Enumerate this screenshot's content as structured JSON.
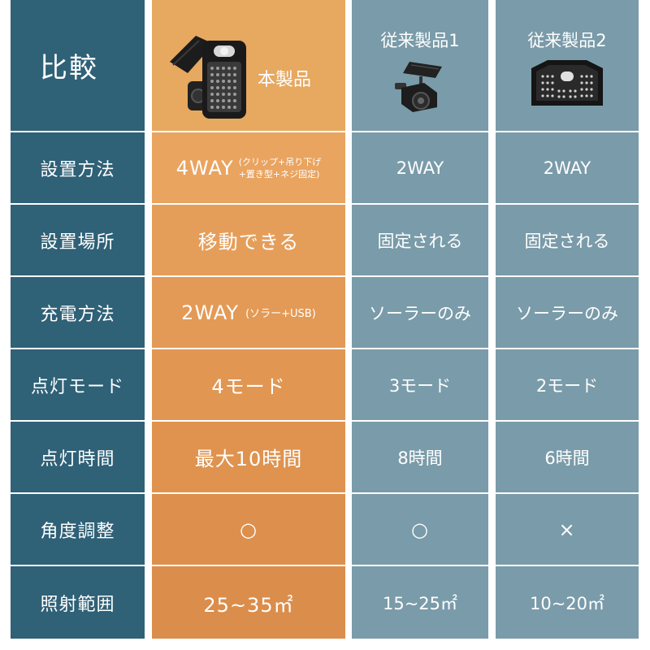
{
  "header": {
    "label": "比較",
    "product": "本製品",
    "comp1": "従来製品1",
    "comp2": "従来製品2"
  },
  "rows": [
    {
      "label": "設置方法",
      "product": "4WAY",
      "product_note_line1": "(クリップ+吊り下げ",
      "product_note_line2": "+置き型+ネジ固定)",
      "comp1": "2WAY",
      "comp2": "2WAY"
    },
    {
      "label": "設置場所",
      "product": "移動できる",
      "comp1": "固定される",
      "comp2": "固定される"
    },
    {
      "label": "充電方法",
      "product": "2WAY",
      "product_note": "(ソラー+USB)",
      "comp1": "ソーラーのみ",
      "comp2": "ソーラーのみ"
    },
    {
      "label": "点灯モード",
      "product": "4モード",
      "comp1": "3モード",
      "comp2": "2モード"
    },
    {
      "label": "点灯時間",
      "product": "最大10時間",
      "comp1": "8時間",
      "comp2": "6時間"
    },
    {
      "label": "角度調整",
      "product": "○",
      "comp1": "○",
      "comp2": "×"
    },
    {
      "label": "照射範囲",
      "product": "25~35㎡",
      "comp1": "15~25㎡",
      "comp2": "10~20㎡"
    }
  ],
  "colors": {
    "label_bg": "#2f6177",
    "product_bg": "#e39a56",
    "comparison_bg": "#7a9ba9",
    "text": "#ffffff"
  },
  "icons": {
    "product": "solar-clip-light-image",
    "comp1": "solar-spotlight-image",
    "comp2": "solar-wall-light-image"
  }
}
